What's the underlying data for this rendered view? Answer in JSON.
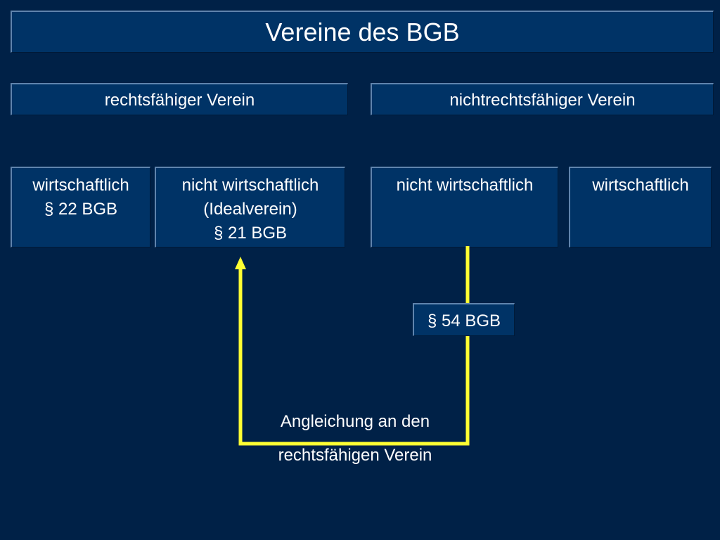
{
  "title": "Vereine des BGB",
  "left": {
    "header": "rechtsfähiger Verein",
    "items": [
      {
        "lines": [
          "wirtschaftlich",
          "§ 22 BGB"
        ]
      },
      {
        "lines": [
          "nicht wirtschaftlich",
          "(Idealverein)",
          "§ 21 BGB"
        ]
      }
    ]
  },
  "right": {
    "header": "nichtrechtsfähiger Verein",
    "items": [
      {
        "lines": [
          "nicht wirtschaftlich"
        ]
      },
      {
        "lines": [
          "wirtschaftlich"
        ]
      }
    ]
  },
  "reference": "§ 54 BGB",
  "annotation": {
    "line1": "Angleichung an den",
    "line2": "rechtsfähigen Verein"
  },
  "colors": {
    "background": "#002147",
    "box": "#003366",
    "arrow": "#ffff33"
  }
}
